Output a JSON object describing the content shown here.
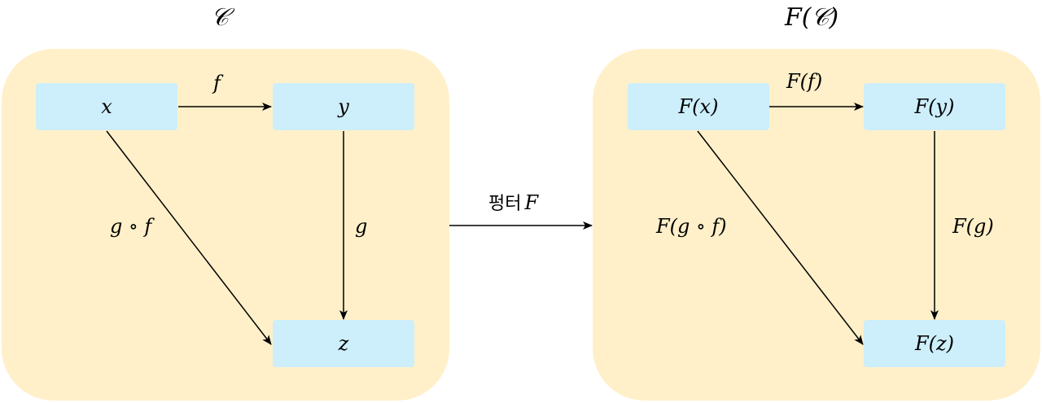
{
  "left": {
    "title": "𝒞",
    "nodes": {
      "x": "x",
      "y": "y",
      "z": "z"
    },
    "edges": {
      "f": "f",
      "g": "g",
      "gf": "g ∘ f"
    }
  },
  "functor": {
    "label_ko": "펑터",
    "label_f": "F"
  },
  "right": {
    "title": "F(𝒞)",
    "nodes": {
      "x": "F(x)",
      "y": "F(y)",
      "z": "F(z)"
    },
    "edges": {
      "f": "F(f)",
      "g": "F(g)",
      "gf": "F(g ∘ f)"
    }
  },
  "colors": {
    "panel": "#fff0c9",
    "node": "#cdeefb",
    "line": "#000000"
  }
}
